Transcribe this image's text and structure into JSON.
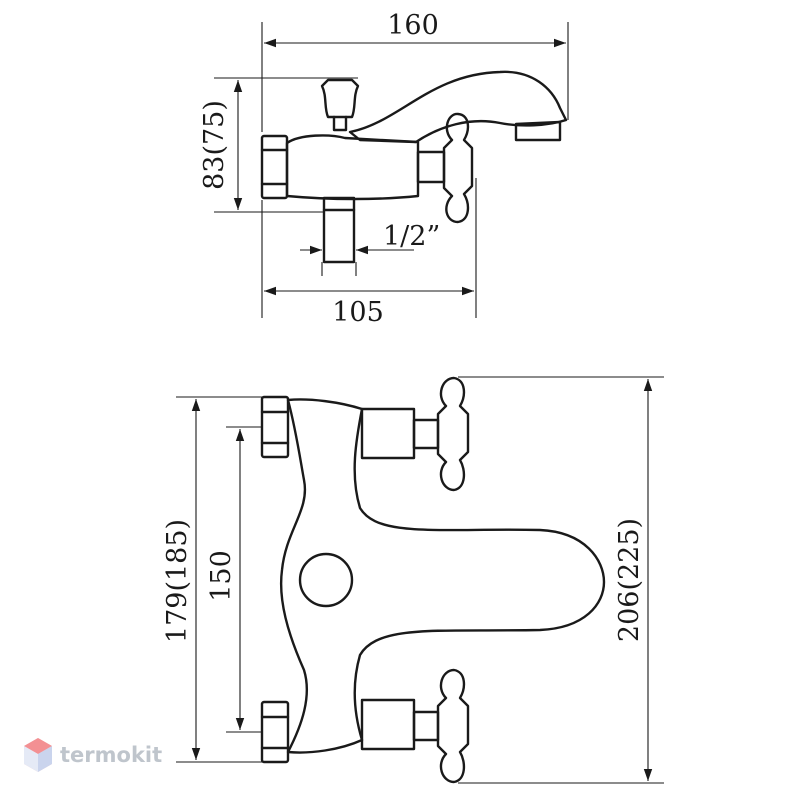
{
  "dimensions": {
    "top_width": "160",
    "top_height": "83(75)",
    "thread": "1/2”",
    "base_width": "105",
    "total_height": "179(185)",
    "center_distance": "150",
    "overall_height": "206(225)"
  },
  "watermark": {
    "text": "termokit",
    "icon": "cube-logo-icon"
  }
}
